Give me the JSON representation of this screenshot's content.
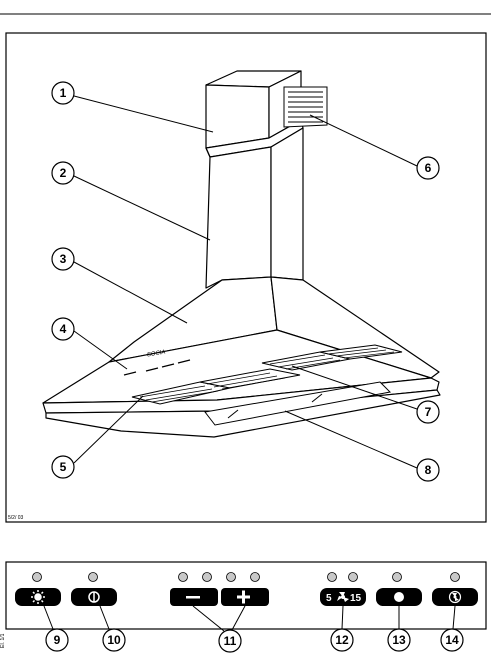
{
  "figure": {
    "code": "5/2/ 03",
    "side_code": "EI. 1/1"
  },
  "callouts": [
    {
      "label": "1",
      "part": "upper chimney cover"
    },
    {
      "label": "2",
      "part": "lower chimney cover"
    },
    {
      "label": "3",
      "part": "hood body"
    },
    {
      "label": "4",
      "part": "control panel"
    },
    {
      "label": "5",
      "part": "grease filters"
    },
    {
      "label": "6",
      "part": "air outlet grille"
    },
    {
      "label": "7",
      "part": "grease filters rear"
    },
    {
      "label": "8",
      "part": "light cover"
    },
    {
      "label": "9",
      "part": "light button"
    },
    {
      "label": "10",
      "part": "off button"
    },
    {
      "label": "11",
      "part": "speed buttons"
    },
    {
      "label": "12",
      "part": "timer button"
    },
    {
      "label": "13",
      "part": "filter indicator button"
    },
    {
      "label": "14",
      "part": "intensive button"
    }
  ],
  "hood_panel_text": "SOCIA",
  "control_panel": {
    "buttons": [
      {
        "name": "light",
        "icon": "sun-icon",
        "label": ""
      },
      {
        "name": "off",
        "icon": "power-icon",
        "label": ""
      },
      {
        "name": "minus",
        "icon": "minus-icon",
        "label": ""
      },
      {
        "name": "plus",
        "icon": "plus-icon",
        "label": ""
      },
      {
        "name": "timer",
        "icon": "fan-icon",
        "label_left": "5",
        "label_right": "15"
      },
      {
        "name": "filter",
        "icon": "dot-icon",
        "label": ""
      },
      {
        "name": "intensive",
        "icon": "fan-boost-icon",
        "label": ""
      }
    ]
  },
  "colors": {
    "line": "#000000",
    "indicator_fill": "#c8c8c8",
    "background": "#ffffff"
  }
}
